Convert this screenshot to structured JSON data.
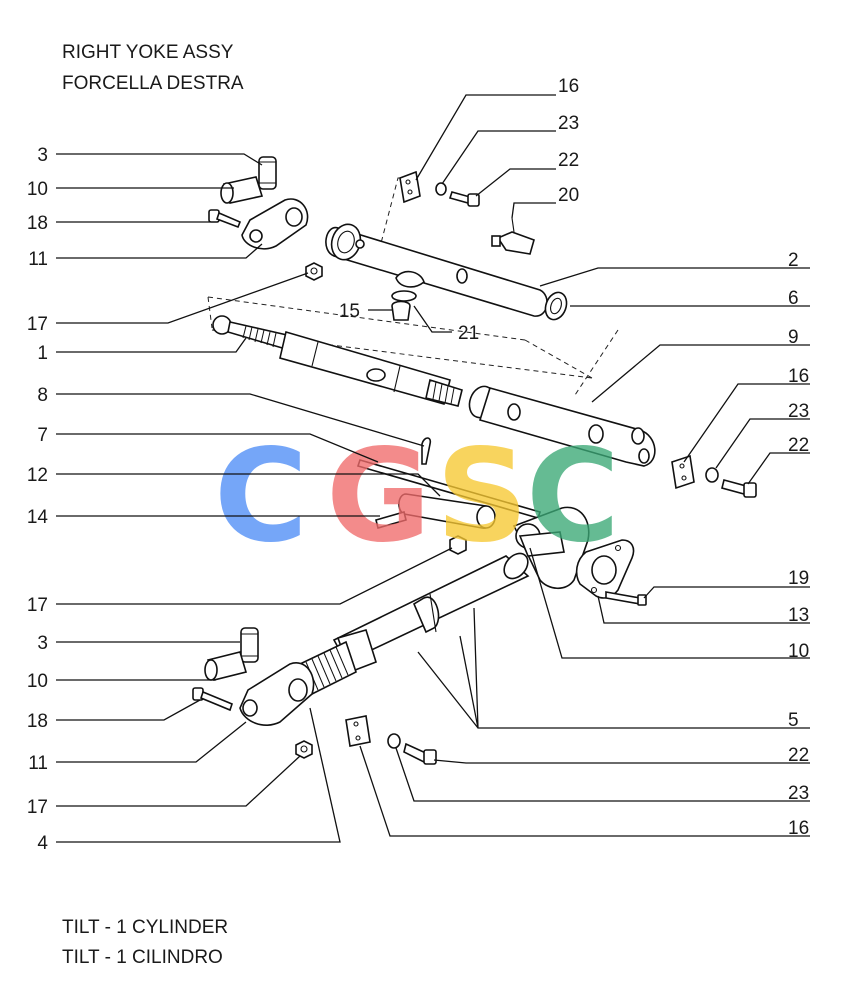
{
  "header": {
    "title_line_1": "RIGHT YOKE ASSY",
    "title_line_2": "FORCELLA DESTRA"
  },
  "footer": {
    "caption_line_1": "TILT - 1 CYLINDER",
    "caption_line_2": "TILT - 1 CILINDRO"
  },
  "watermark": {
    "letters": [
      "C",
      "G",
      "S",
      "C"
    ],
    "colors": [
      "#4f8ef7",
      "#f06b6b",
      "#f7c832",
      "#3aa876"
    ]
  },
  "callouts_left": [
    "3",
    "10",
    "18",
    "11",
    "17",
    "1",
    "8",
    "7",
    "12",
    "14",
    "17",
    "3",
    "10",
    "18",
    "11",
    "17",
    "4"
  ],
  "callouts_top": [
    "15",
    "21"
  ],
  "callouts_right": [
    "16",
    "23",
    "22",
    "20",
    "2",
    "6",
    "9",
    "16",
    "23",
    "22",
    "19",
    "13",
    "10",
    "5",
    "22",
    "23",
    "16"
  ]
}
